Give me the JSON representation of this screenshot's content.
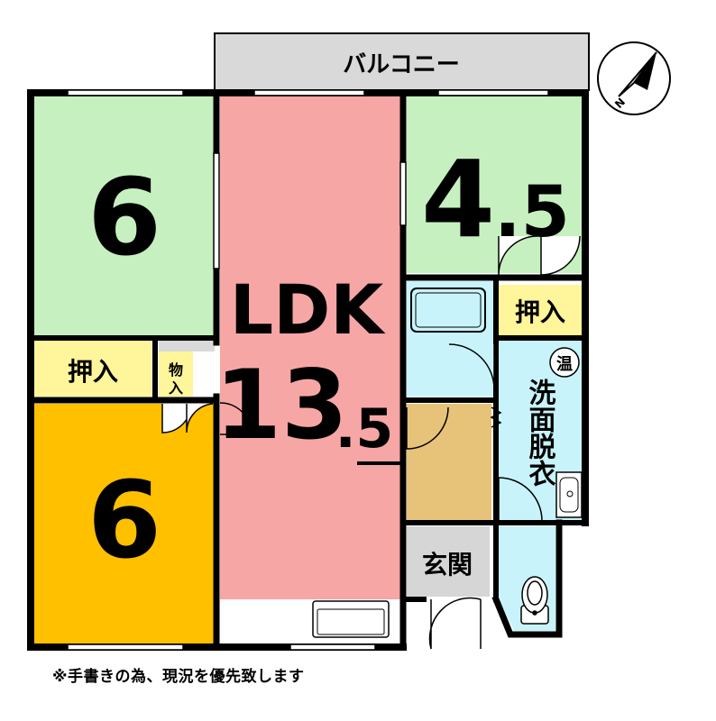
{
  "balcony_label": "バルコニー",
  "compass_letter": "N",
  "rooms": {
    "west_north": {
      "number": "6",
      "color": "#c7f0c0"
    },
    "west_north_closet": {
      "label": "押入",
      "color": "#fff59a"
    },
    "storage": {
      "label_top": "物",
      "label_bottom": "入",
      "color": "#fff59a"
    },
    "west_south": {
      "number": "6",
      "color": "#ffc000"
    },
    "ldk": {
      "name": "LDK",
      "size_main": "13",
      "size_decimal": ".5",
      "color": "#f7a6a6"
    },
    "east_north": {
      "size_main": "4",
      "size_decimal": ".5",
      "color": "#c7f0c0"
    },
    "east_closet": {
      "label": "押入",
      "color": "#fff59a"
    },
    "washroom": {
      "label": "洗面脱衣",
      "water_heater_label": "温",
      "color": "#c8f3fb"
    },
    "bath": {
      "color": "#c8f3fb"
    },
    "wc": {
      "color": "#c8f3fb"
    },
    "hall": {
      "color": "#e7c37a"
    },
    "entrance": {
      "label": "玄関",
      "color": "#d6d6d6"
    }
  },
  "colors": {
    "wall": "#000000",
    "balcony": "#d9d9d9",
    "kitchen": "#ffffff"
  },
  "note": "※手書きの為、現況を優先致します"
}
